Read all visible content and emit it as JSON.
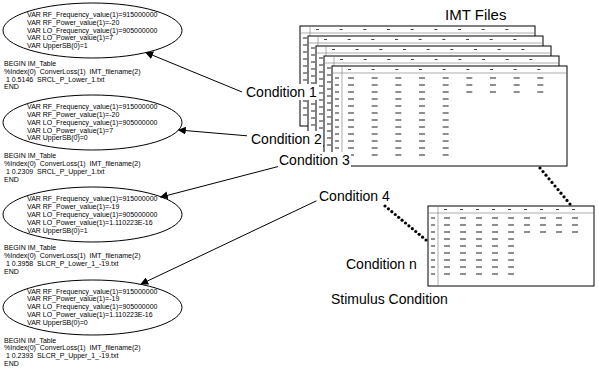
{
  "diagram": {
    "nodes": [
      {
        "text": [
          "VAR RF_Frequency_value(1)=915000000",
          "VAR RF_Power_value(1)=-20",
          "VAR LO_Frequency_value(1)=905000000",
          "VAR LO_Power_value(1)=7",
          "VAR UpperSB(0)=1"
        ]
      },
      {
        "text": [
          "VAR RF_Frequency_value(1)=915000000",
          "VAR RF_Power_value(1)=-20",
          "VAR LO_Frequency_value(1)=905000000",
          "VAR LO_Power_value(1)=7",
          "VAR UpperSB(0)=0"
        ]
      },
      {
        "text": [
          "VAR RF_Frequency_value(1)=915000000",
          "VAR RF_Power_value(1)=-19",
          "VAR LO_Frequency_value(1)=905000000",
          "VAR LO_Power_value(1)=1.110223E-16",
          "VAR UpperSB(0)=1"
        ]
      },
      {
        "text": [
          "VAR RF_Frequency_value(1)=915000000",
          "VAR RF_Power_value(1)=-19",
          "VAR LO_Frequency_value(1)=905000000",
          "VAR LO_Power_value(1)=1.110223E-16",
          "VAR UpperSB(0)=0"
        ]
      }
    ],
    "labels": [
      "BEGIN IM_Table",
      "%Index(0)  ConverLoss(1)  IMT_filename(2)",
      " 1 0.5146  SRCL_P_Lower_1.txt",
      "END",
      "BEGIN IM_Table",
      "%Index(0)  ConverLoss(1)  IMT_filename(2)",
      " 1 0.2309  SRCL_P_Upper_1.txt",
      "END",
      "BEGIN IM_Table",
      "%Index(0)  ConverLoss(1)  IMT_filename(2)",
      " 1 0.3958  SLCR_P_Lower_1_-19.txt",
      "END",
      "BEGIN IM_Table",
      "%Index(0)  ConverLoss(1)  IMT_filename(2)",
      " 1 0.2393  SLCR_P_Upper_1_-19.txt",
      "END",
      "IMT Files",
      "Condition 1",
      "Condition 2",
      "Condition 3",
      "Condition 4",
      "Condition n",
      "Stimulus Condition"
    ]
  }
}
